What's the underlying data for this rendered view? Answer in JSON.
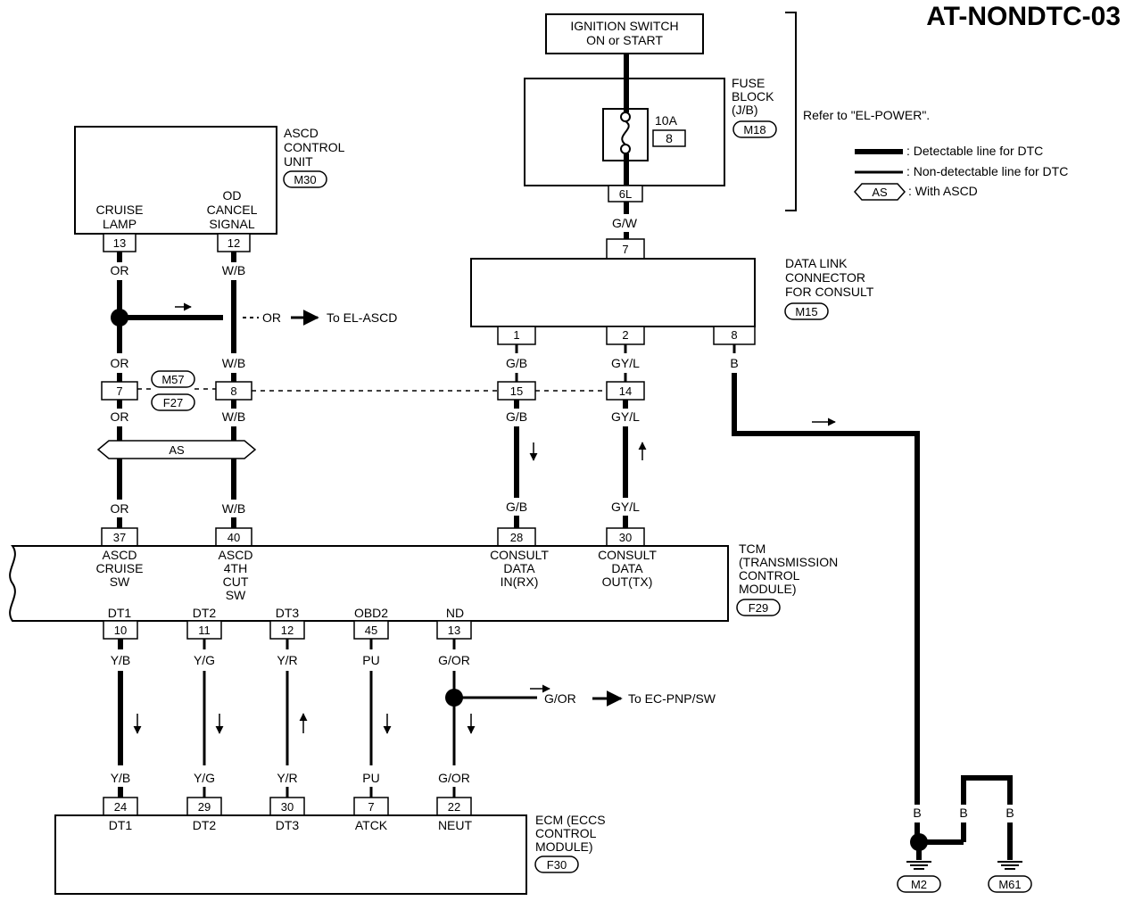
{
  "title": "AT-NONDTC-03",
  "ignition": {
    "line1": "IGNITION SWITCH",
    "line2": "ON or START"
  },
  "fuse_block": {
    "line1": "FUSE",
    "line2": "BLOCK",
    "line3": "(J/B)",
    "id": "M18",
    "amp": "10A",
    "fuse_no": "8",
    "out_term": "6L"
  },
  "refer": "Refer to \"EL-POWER\".",
  "legend": {
    "detectable": ": Detectable line for DTC",
    "non_detectable": ": Non-detectable line for DTC",
    "as_tag": "AS",
    "with_ascd": ": With ASCD"
  },
  "ascd": {
    "line1": "ASCD",
    "line2": "CONTROL",
    "line3": "UNIT",
    "id": "M30",
    "t13": "13",
    "t12": "12",
    "cruise1": "CRUISE",
    "cruise2": "LAMP",
    "od1": "OD",
    "od2": "CANCEL",
    "od3": "SIGNAL"
  },
  "dlc": {
    "line1": "DATA LINK",
    "line2": "CONNECTOR",
    "line3": "FOR CONSULT",
    "id": "M15",
    "t7": "7",
    "t1": "1",
    "t2": "2",
    "t8": "8"
  },
  "wires": {
    "gw": "G/W",
    "or": "OR",
    "wb": "W/B",
    "gb": "G/B",
    "gyl": "GY/L",
    "b": "B",
    "yb": "Y/B",
    "yg": "Y/G",
    "yr": "Y/R",
    "pu": "PU",
    "gor": "G/OR"
  },
  "to_el_ascd": "To EL-ASCD",
  "to_ec_pnp": "To EC-PNP/SW",
  "mid_conn": {
    "m57": "M57",
    "f27": "F27",
    "t7": "7",
    "t8": "8",
    "t15": "15",
    "t14": "14"
  },
  "as_label": "AS",
  "tcm": {
    "line1": "TCM",
    "line2": "(TRANSMISSION",
    "line3": "CONTROL",
    "line4": "MODULE)",
    "id": "F29",
    "t37": "37",
    "t40": "40",
    "t28": "28",
    "t30": "30",
    "ascd_cruise": [
      "ASCD",
      "CRUISE",
      "SW"
    ],
    "ascd_4th": [
      "ASCD",
      "4TH",
      "CUT",
      "SW"
    ],
    "consult_in": [
      "CONSULT",
      "DATA",
      "IN(RX)"
    ],
    "consult_out": [
      "CONSULT",
      "DATA",
      "OUT(TX)"
    ],
    "dt1": "DT1",
    "dt2": "DT2",
    "dt3": "DT3",
    "obd2": "OBD2",
    "nd": "ND",
    "t10": "10",
    "t11": "11",
    "t12": "12",
    "t45": "45",
    "t13": "13"
  },
  "ecm": {
    "line1": "ECM (ECCS",
    "line2": "CONTROL",
    "line3": "MODULE)",
    "id": "F30",
    "t24": "24",
    "t29": "29",
    "t30": "30",
    "t7": "7",
    "t22": "22",
    "dt1": "DT1",
    "dt2": "DT2",
    "dt3": "DT3",
    "atck": "ATCK",
    "neut": "NEUT"
  },
  "grounds": {
    "m2": "M2",
    "m61": "M61"
  }
}
